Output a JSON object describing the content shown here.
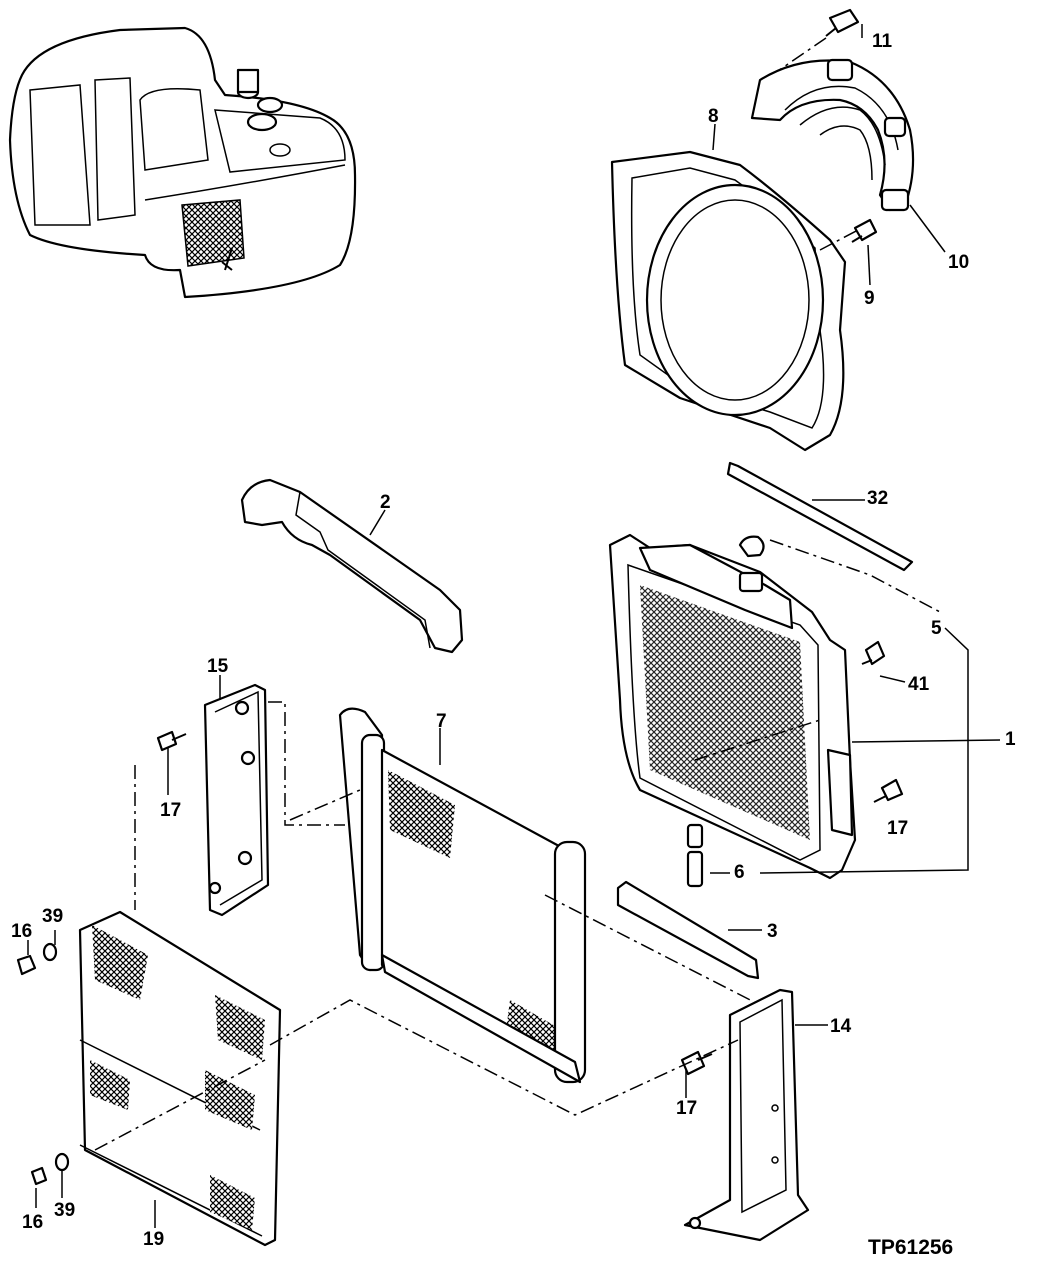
{
  "drawing_code": "TP61256",
  "callouts": {
    "c1": "1",
    "c2": "2",
    "c3": "3",
    "c5": "5",
    "c6": "6",
    "c7": "7",
    "c8": "8",
    "c9": "9",
    "c10": "10",
    "c11": "11",
    "c14": "14",
    "c15": "15",
    "c16a": "16",
    "c16b": "16",
    "c17a": "17",
    "c17b": "17",
    "c17c": "17",
    "c19": "19",
    "c32": "32",
    "c39a": "39",
    "c39b": "39",
    "c41": "41"
  }
}
